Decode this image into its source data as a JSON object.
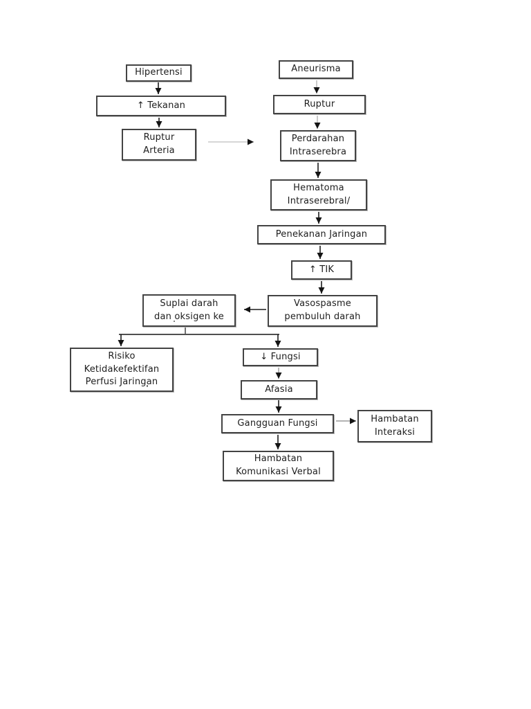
{
  "page": {
    "background_color": "#ffffff",
    "type": "pathophysiology-flowchart"
  },
  "colors": {
    "box_border": "#434343",
    "text": "#1d1d1d",
    "arrow_dark": "#1b1b1b",
    "arrow_light": "#bdbdbd",
    "arrow_head": "#141414",
    "branch_line": "#4f4f4f"
  },
  "diagram": {
    "nodes": {
      "hipertensi": {
        "label": "Hipertensi"
      },
      "tekanan_meningkat": {
        "label": "↑ Tekanan"
      },
      "ruptur_arteria": {
        "label": "Ruptur\nArteria"
      },
      "aneurisma": {
        "label": "Aneurisma"
      },
      "ruptur": {
        "label": "Ruptur"
      },
      "perdarahan_intraserebra": {
        "label": "Perdarahan\nIntraserebra"
      },
      "hematoma_intraserebral": {
        "label": "Hematoma\nIntraserebral/"
      },
      "penekanan_jaringan": {
        "label": "Penekanan Jaringan"
      },
      "tik_meningkat": {
        "label": "↑ TIK"
      },
      "vasospasme": {
        "label": "Vasospasme\npembuluh darah"
      },
      "suplai_darah": {
        "label": "Suplai darah\ndan oksigen ke"
      },
      "risiko_perfusi": {
        "label": "Risiko\nKetidakefektifan\nPerfusi Jaringan"
      },
      "fungsi_menurun": {
        "label": "↓ Fungsi"
      },
      "afasia": {
        "label": "Afasia"
      },
      "gangguan_fungsi": {
        "label": "Gangguan Fungsi"
      },
      "hambatan_interaksi": {
        "label": "Hambatan\nInteraksi"
      },
      "hambatan_komunikasi_verbal": {
        "label": "Hambatan\nKomunikasi Verbal"
      }
    },
    "edges": [
      {
        "from": "hipertensi",
        "to": "tekanan_meningkat"
      },
      {
        "from": "tekanan_meningkat",
        "to": "ruptur_arteria"
      },
      {
        "from": "ruptur_arteria",
        "to": "perdarahan_intraserebra"
      },
      {
        "from": "aneurisma",
        "to": "ruptur"
      },
      {
        "from": "ruptur",
        "to": "perdarahan_intraserebra"
      },
      {
        "from": "perdarahan_intraserebra",
        "to": "hematoma_intraserebral"
      },
      {
        "from": "hematoma_intraserebral",
        "to": "penekanan_jaringan"
      },
      {
        "from": "penekanan_jaringan",
        "to": "tik_meningkat"
      },
      {
        "from": "tik_meningkat",
        "to": "vasospasme"
      },
      {
        "from": "vasospasme",
        "to": "suplai_darah"
      },
      {
        "from": "suplai_darah",
        "to": "risiko_perfusi"
      },
      {
        "from": "suplai_darah",
        "to": "fungsi_menurun"
      },
      {
        "from": "fungsi_menurun",
        "to": "afasia"
      },
      {
        "from": "afasia",
        "to": "gangguan_fungsi"
      },
      {
        "from": "gangguan_fungsi",
        "to": "hambatan_interaksi"
      },
      {
        "from": "gangguan_fungsi",
        "to": "hambatan_komunikasi_verbal"
      }
    ]
  }
}
